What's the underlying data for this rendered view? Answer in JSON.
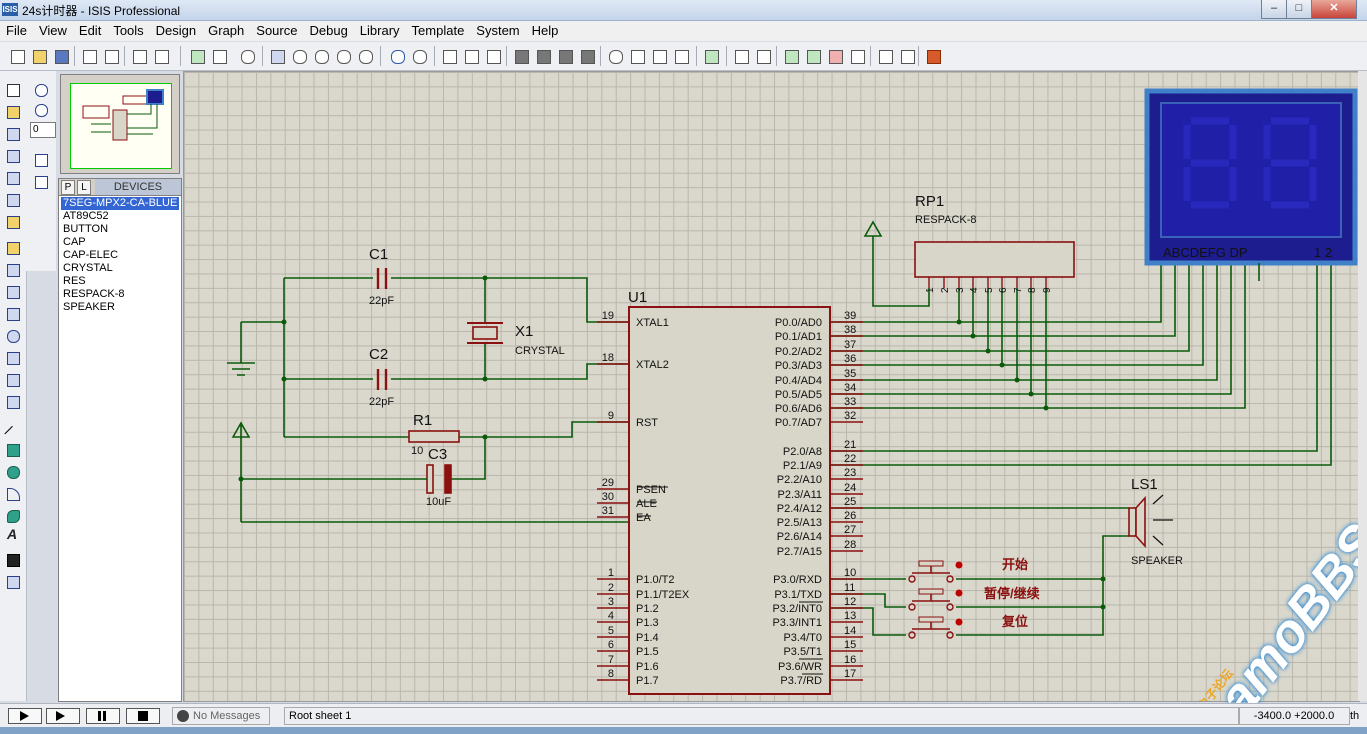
{
  "window": {
    "title": "24s计时器 - ISIS Professional",
    "app_badge": "ISIS",
    "controls": [
      "–",
      "□",
      "✕"
    ]
  },
  "menu": [
    "File",
    "View",
    "Edit",
    "Tools",
    "Design",
    "Graph",
    "Source",
    "Debug",
    "Library",
    "Template",
    "System",
    "Help"
  ],
  "rotation": {
    "value": "0"
  },
  "devices": {
    "tab_p": "P",
    "tab_l": "L",
    "header": "DEVICES",
    "items": [
      "7SEG-MPX2-CA-BLUE",
      "AT89C52",
      "BUTTON",
      "CAP",
      "CAP-ELEC",
      "CRYSTAL",
      "RES",
      "RESPACK-8",
      "SPEAKER"
    ],
    "selected_index": 0
  },
  "schematic": {
    "u1": {
      "ref": "U1",
      "left_pins": [
        {
          "num": "19",
          "name": "XTAL1"
        },
        {
          "num": "18",
          "name": "XTAL2"
        },
        {
          "num": "9",
          "name": "RST"
        },
        {
          "num": "29",
          "name": "PSEN"
        },
        {
          "num": "30",
          "name": "ALE"
        },
        {
          "num": "31",
          "name": "EA"
        },
        {
          "num": "1",
          "name": "P1.0/T2"
        },
        {
          "num": "2",
          "name": "P1.1/T2EX"
        },
        {
          "num": "3",
          "name": "P1.2"
        },
        {
          "num": "4",
          "name": "P1.3"
        },
        {
          "num": "5",
          "name": "P1.4"
        },
        {
          "num": "6",
          "name": "P1.5"
        },
        {
          "num": "7",
          "name": "P1.6"
        },
        {
          "num": "8",
          "name": "P1.7"
        }
      ],
      "right_pins": [
        {
          "num": "39",
          "name": "P0.0/AD0"
        },
        {
          "num": "38",
          "name": "P0.1/AD1"
        },
        {
          "num": "37",
          "name": "P0.2/AD2"
        },
        {
          "num": "36",
          "name": "P0.3/AD3"
        },
        {
          "num": "35",
          "name": "P0.4/AD4"
        },
        {
          "num": "34",
          "name": "P0.5/AD5"
        },
        {
          "num": "33",
          "name": "P0.6/AD6"
        },
        {
          "num": "32",
          "name": "P0.7/AD7"
        },
        {
          "num": "21",
          "name": "P2.0/A8"
        },
        {
          "num": "22",
          "name": "P2.1/A9"
        },
        {
          "num": "23",
          "name": "P2.2/A10"
        },
        {
          "num": "24",
          "name": "P2.3/A11"
        },
        {
          "num": "25",
          "name": "P2.4/A12"
        },
        {
          "num": "26",
          "name": "P2.5/A13"
        },
        {
          "num": "27",
          "name": "P2.6/A14"
        },
        {
          "num": "28",
          "name": "P2.7/A15"
        },
        {
          "num": "10",
          "name": "P3.0/RXD"
        },
        {
          "num": "11",
          "name": "P3.1/TXD"
        },
        {
          "num": "12",
          "name": "P3.2/INT0"
        },
        {
          "num": "13",
          "name": "P3.3/INT1"
        },
        {
          "num": "14",
          "name": "P3.4/T0"
        },
        {
          "num": "15",
          "name": "P3.5/T1"
        },
        {
          "num": "16",
          "name": "P3.6/WR"
        },
        {
          "num": "17",
          "name": "P3.7/RD"
        }
      ]
    },
    "c1": {
      "ref": "C1",
      "value": "22pF"
    },
    "c2": {
      "ref": "C2",
      "value": "22pF"
    },
    "x1": {
      "ref": "X1",
      "value": "CRYSTAL"
    },
    "r1": {
      "ref": "R1",
      "value": "10"
    },
    "c3": {
      "ref": "C3",
      "value": "10uF"
    },
    "rp1": {
      "ref": "RP1",
      "value": "RESPACK-8",
      "pins": [
        "1",
        "2",
        "3",
        "4",
        "5",
        "6",
        "7",
        "8",
        "9"
      ]
    },
    "display": {
      "segments_label": "ABCDEFG DP",
      "digits_label": "1 2"
    },
    "ls1": {
      "ref": "LS1",
      "value": "SPEAKER"
    },
    "buttons": [
      {
        "label": "开始"
      },
      {
        "label": "暂停/继续"
      },
      {
        "label": "复位"
      }
    ]
  },
  "status": {
    "messages": "No Messages",
    "sheet": "Root sheet 1",
    "coords": "-3400.0  +2000.0",
    "units": "th"
  },
  "watermark": {
    "cn": "阿莫电子论坛",
    "brand": "amoBBS"
  },
  "colors": {
    "wire": "#0a5a0a",
    "component": "#8b1010",
    "display_bg": "#1d1d8f",
    "display_frame": "#3f80c8",
    "selection": "#3365d3"
  }
}
